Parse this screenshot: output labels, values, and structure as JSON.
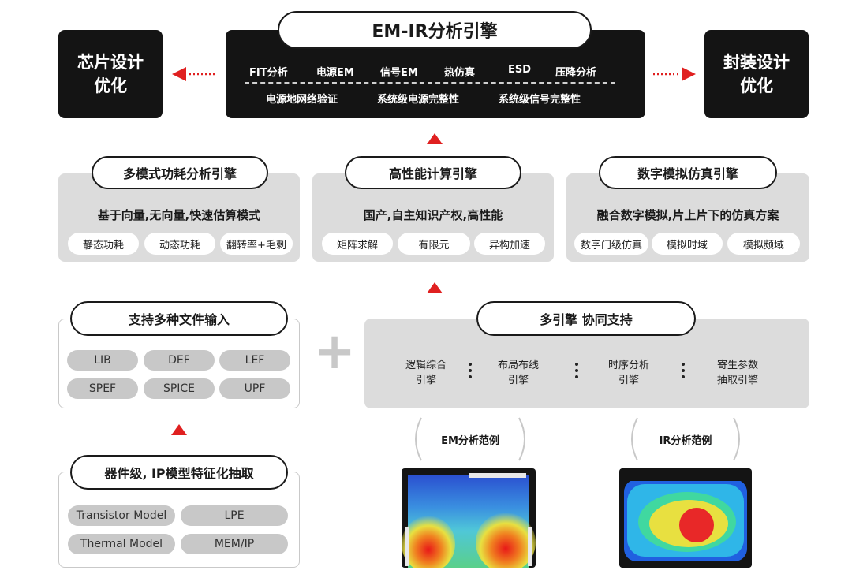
{
  "top": {
    "engine_title": "EM-IR分析引擎",
    "row1": [
      "FIT分析",
      "电源EM",
      "信号EM",
      "热仿真",
      "ESD",
      "压降分析"
    ],
    "row2": [
      "电源地网络验证",
      "系统级电源完整性",
      "系统级信号完整性"
    ],
    "left_box": "芯片设计\n优化",
    "right_box": "封装设计\n优化"
  },
  "middle": [
    {
      "title": "多模式功耗分析引擎",
      "subtitle": "基于向量,无向量,快速估算模式",
      "chips": [
        "静态功耗",
        "动态功耗",
        "翻转率+毛刺"
      ]
    },
    {
      "title": "高性能计算引擎",
      "subtitle": "国产,自主知识产权,高性能",
      "chips": [
        "矩阵求解",
        "有限元",
        "异构加速"
      ]
    },
    {
      "title": "数字模拟仿真引擎",
      "subtitle": "融合数字模拟,片上片下的仿真方案",
      "chips": [
        "数字门级仿真",
        "模拟时域",
        "模拟频域"
      ]
    }
  ],
  "file_input": {
    "title": "支持多种文件输入",
    "chips": [
      "LIB",
      "DEF",
      "LEF",
      "SPEF",
      "SPICE",
      "UPF"
    ]
  },
  "multi_engine": {
    "title": "多引擎 协同支持",
    "items": [
      "逻辑综合\n引擎",
      "布局布线\n引擎",
      "时序分析\n引擎",
      "寄生参数\n抽取引擎"
    ]
  },
  "device": {
    "title": "器件级, IP模型特征化抽取",
    "chips": [
      "Transistor Model",
      "LPE",
      "Thermal Model",
      "MEM/IP"
    ]
  },
  "examples": {
    "em_label": "EM分析范例",
    "ir_label": "IR分析范例"
  },
  "plus_sign": "+",
  "colors": {
    "accent_red": "#e02020",
    "dark": "#141414",
    "gray_panel": "#dcdcdc"
  }
}
